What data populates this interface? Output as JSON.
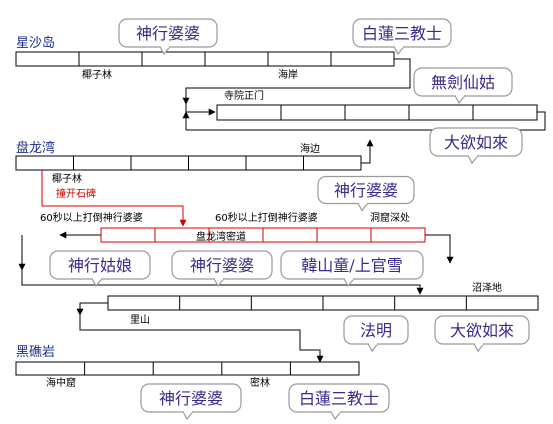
{
  "regions": {
    "star_sand_island": "星沙岛",
    "panlong_bay": "盘龙湾",
    "black_reef_rock": "黑礁岩"
  },
  "locations": {
    "coconut_grove_1": "椰子林",
    "shore": "海岸",
    "temple_gate": "寺院正门",
    "seaside": "海边",
    "coconut_grove_2": "椰子林",
    "break_stele": "撞开石碑",
    "beat_granny_60s_left": "60秒以上打倒神行婆婆",
    "beat_granny_60s_right": "60秒以上打倒神行婆婆",
    "cave_depths": "洞窟深处",
    "panlong_secret_path": "盘龙湾密道",
    "marsh": "沼泽地",
    "inner_mountain": "里山",
    "sea_cave": "海中窟",
    "dense_forest": "密林"
  },
  "bosses": {
    "granny_1": "神行婆婆",
    "white_lotus_1": "白蓮三教士",
    "nameless_fairy": "無劍仙姑",
    "big_desire_1": "大欲如來",
    "granny_2": "神行婆婆",
    "fairy_lady": "神行姑娘",
    "granny_3": "神行婆婆",
    "han_shangguan": "韓山童/上官雪",
    "faming": "法明",
    "big_desire_2": "大欲如來",
    "granny_4": "神行婆婆",
    "white_lotus_2": "白蓮三教士"
  },
  "colors": {
    "line": "#000000",
    "red_route": "#d40000",
    "region_text": "#1a2f8a",
    "boss_text": "#3b2a8c",
    "bubble_border": "#9a9a9a"
  }
}
